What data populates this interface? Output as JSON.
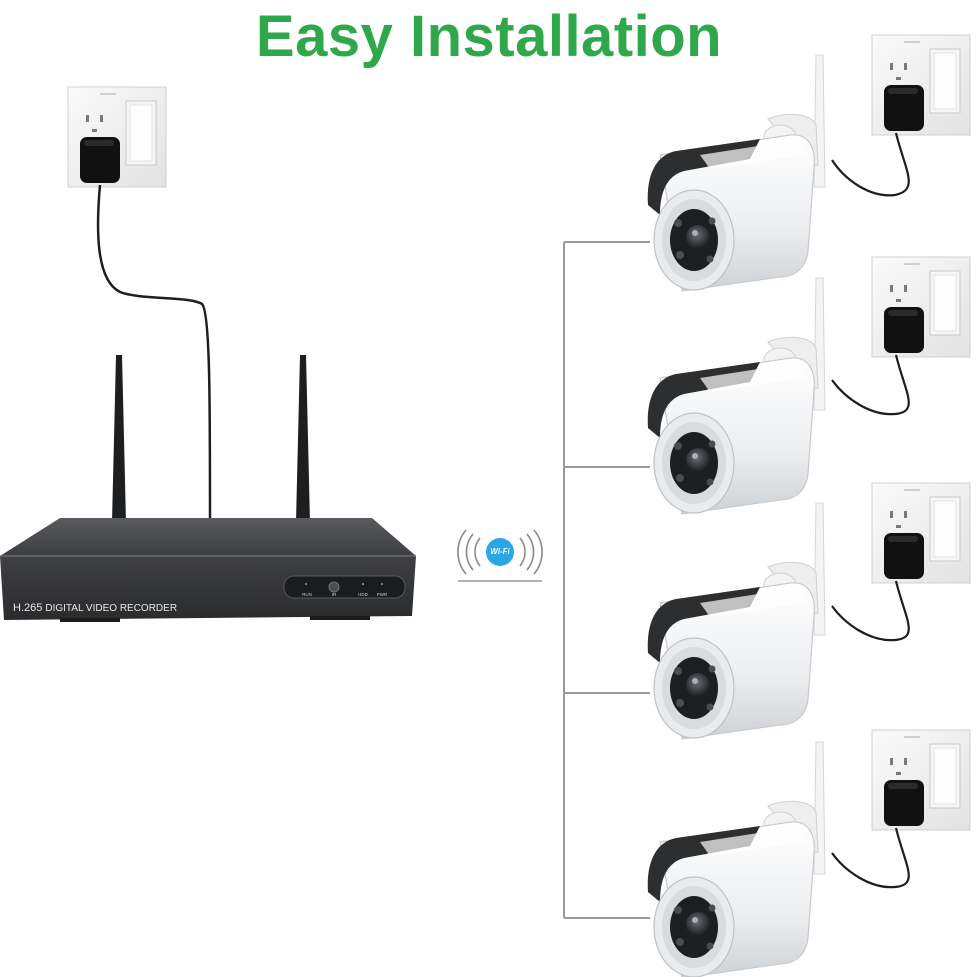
{
  "title": "Easy Installation",
  "nvr": {
    "codec_label": "H.265",
    "device_label": "DIGITAL VIDEO RECORDER",
    "led_labels": [
      "RUN",
      "IR",
      "HDD",
      "PWR"
    ]
  },
  "wifi": {
    "label": "Wi-Fi",
    "badge_color": "#2aa6e8"
  },
  "colors": {
    "title_green": "#2ea84a",
    "nvr_body": "#3a3b3d",
    "camera_body": "#f2f3f4",
    "cable": "#1e1e1e",
    "connector_line": "#9a9a9a"
  },
  "cameras": [
    {
      "name": "camera-1"
    },
    {
      "name": "camera-2"
    },
    {
      "name": "camera-3"
    },
    {
      "name": "camera-4"
    }
  ]
}
